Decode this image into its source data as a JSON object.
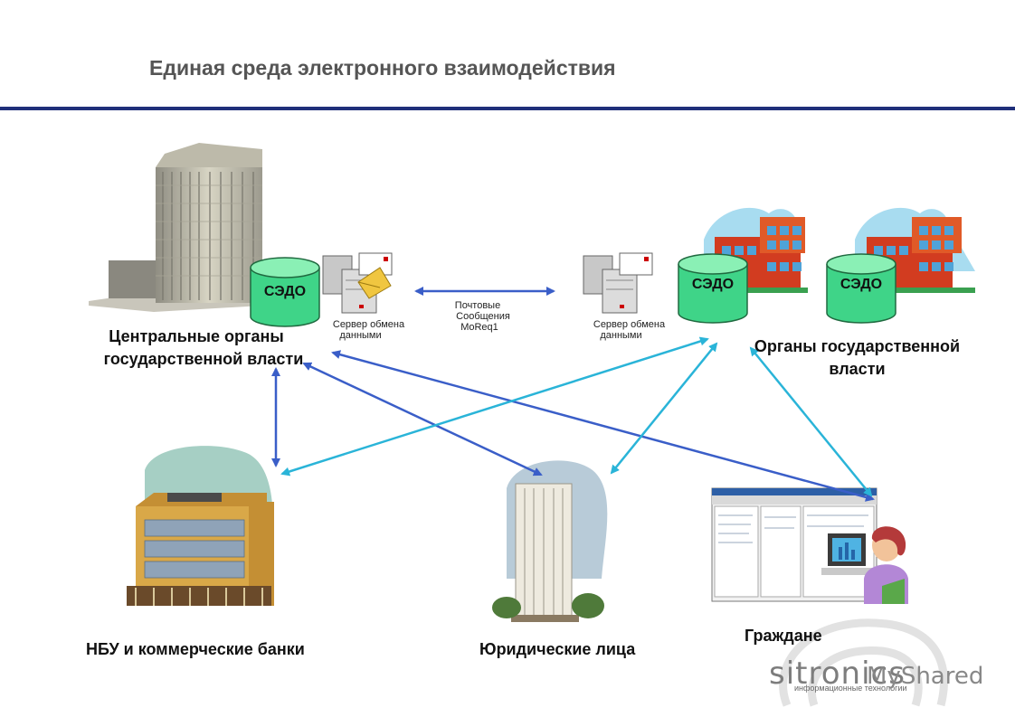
{
  "header": {
    "title": "Единая среда электронного взаимодействия"
  },
  "nodes": {
    "central": {
      "label_line1": "Центральные органы",
      "label_line2": "государственной власти"
    },
    "state": {
      "label_line1": "Органы государственной",
      "label_line2": "власти"
    },
    "banks": {
      "label": "НБУ и коммерческие банки"
    },
    "legal": {
      "label": "Юридические лица"
    },
    "citizens": {
      "label": "Граждане"
    }
  },
  "sedo_label": "СЭДО",
  "server_left": {
    "line1": "Сервер обмена",
    "line2": "данными"
  },
  "server_right": {
    "line1": "Сервер обмена",
    "line2": "данными"
  },
  "mail": {
    "line1": "Почтовые",
    "line2": "Сообщения",
    "line3": "MoReq1"
  },
  "watermark": {
    "logo": "sitronics",
    "tagline": "информационные технологии",
    "shared": "MyShared"
  },
  "colors": {
    "rule": "#1f2f7a",
    "arrow_dark": "#3a5ec8",
    "arrow_light": "#2ab4d8",
    "sedo": "#3fd488"
  }
}
